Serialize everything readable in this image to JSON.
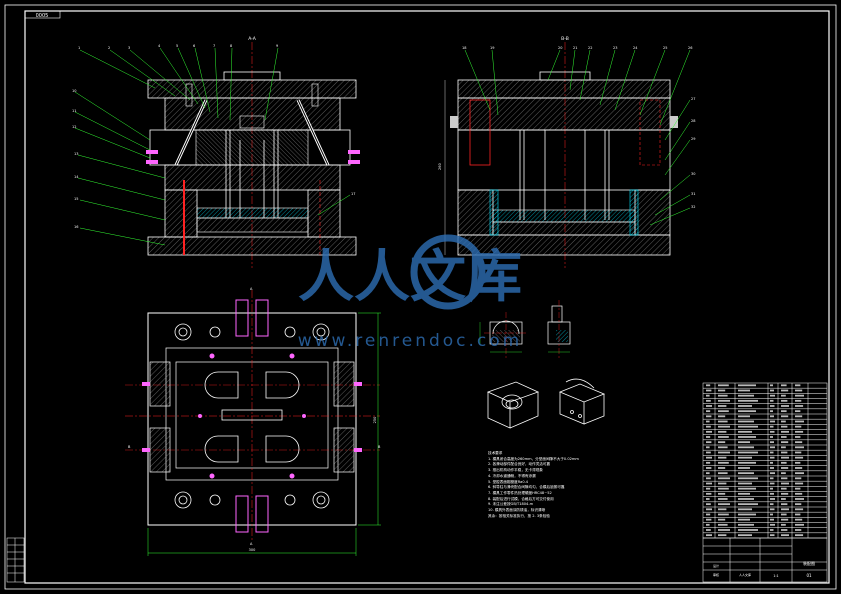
{
  "sheet": {
    "corner_tag": "0005",
    "title_block": {
      "drawing_title": "装配图",
      "scale": "1:1",
      "sheet_no": "01",
      "designer": "设计",
      "checker": "审核",
      "school": "人人文库"
    }
  },
  "watermark": {
    "brand": "人人文库",
    "url": "www.renrendoc.com"
  },
  "views": {
    "front_label": "A-A",
    "side_label": "B-B",
    "top_dims": [
      "250",
      "300"
    ]
  },
  "notes": {
    "title": "技术要求",
    "lines": [
      "1. 模具闭合高度为260mm，分型面间隙不大于0.02mm",
      "2. 各滑动部件配合良好，动作灵活可靠",
      "3. 推出机构动作平稳，无卡滞现象",
      "4. 冷却水道通畅，不得有渗漏",
      "5. 型腔表面粗糙度Ra0.4",
      "6. 斜导柱与滑块配合间隙均匀，合模后锁紧可靠",
      "7. 模具工作零件热处理硬度HRC48~52",
      "8. 装配后进行试模，合格后方可交付使用",
      "9. 未注公差按GB/T1804-m",
      "10. 模具外表面涂防锈油，标识清晰",
      "其余：按相关标准执行，按 2. 3条检验"
    ]
  },
  "colors": {
    "line": "#ffffff",
    "center": "#ff2222",
    "hatch": "#aaaaaa",
    "ejector": "#ff66ff",
    "water": "#00e5ff",
    "leader": "#33ff33",
    "watermark": "#2e6fb5"
  }
}
